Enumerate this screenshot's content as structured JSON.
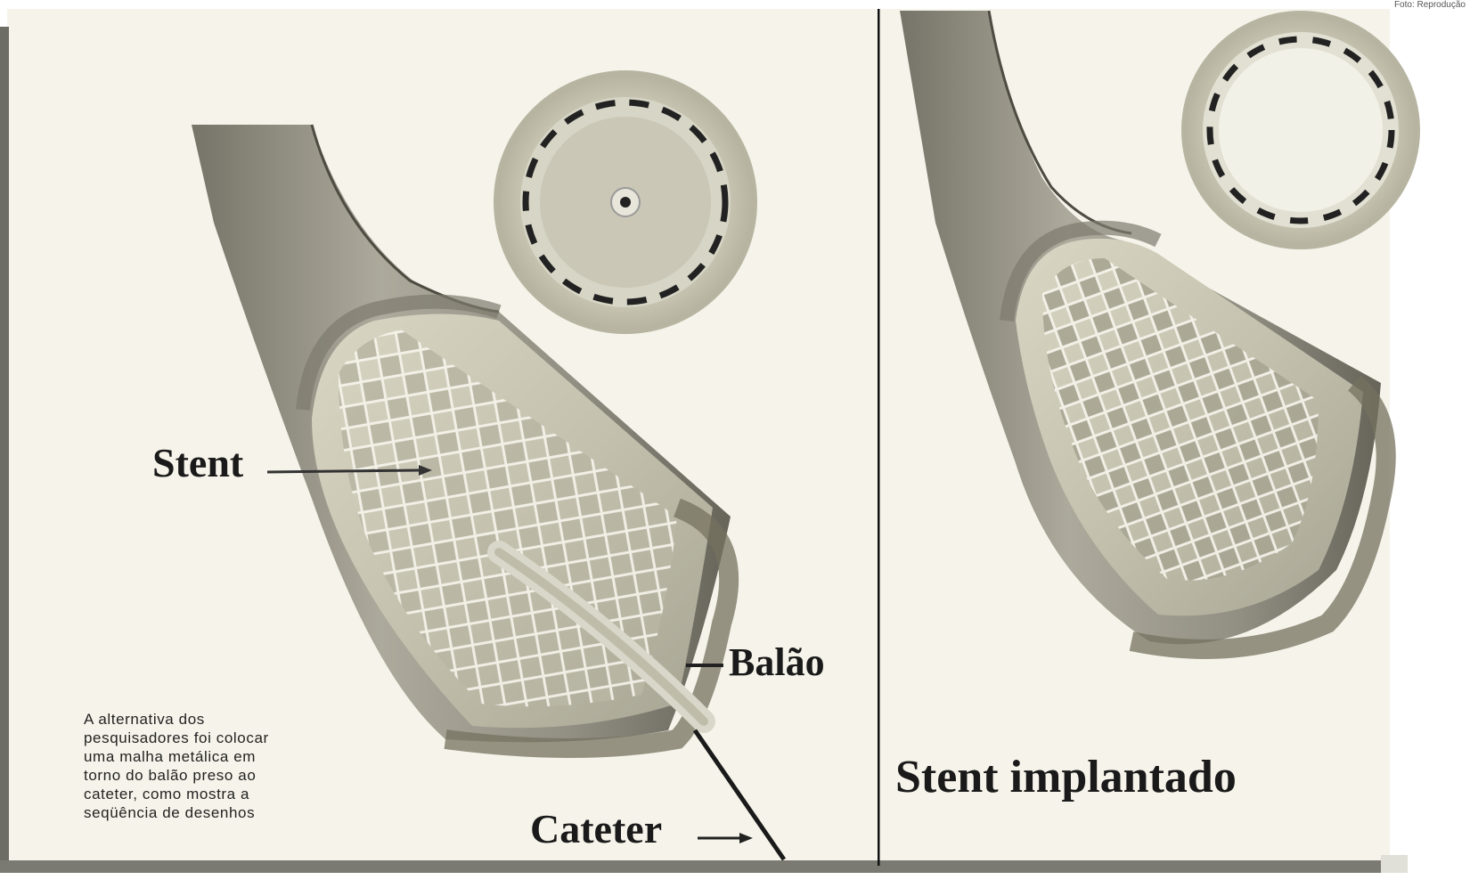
{
  "credit": "Foto: Reprodução",
  "labels": {
    "stent": "Stent",
    "balao": "Balão",
    "cateter": "Cateter",
    "stent_implantado": "Stent implantado"
  },
  "caption": {
    "lines": [
      "A alternativa dos",
      "pesquisadores foi colocar",
      "uma malha metálica em",
      "torno do balão preso ao",
      "cateter, como mostra a",
      "seqüência de desenhos"
    ]
  },
  "colors": {
    "background": "#f6f4ea",
    "vessel_outer": "#8a8678",
    "vessel_light": "#dcd9c8",
    "mesh": "#f5f3ea",
    "divider": "#111111",
    "text": "#1a1a1a"
  }
}
